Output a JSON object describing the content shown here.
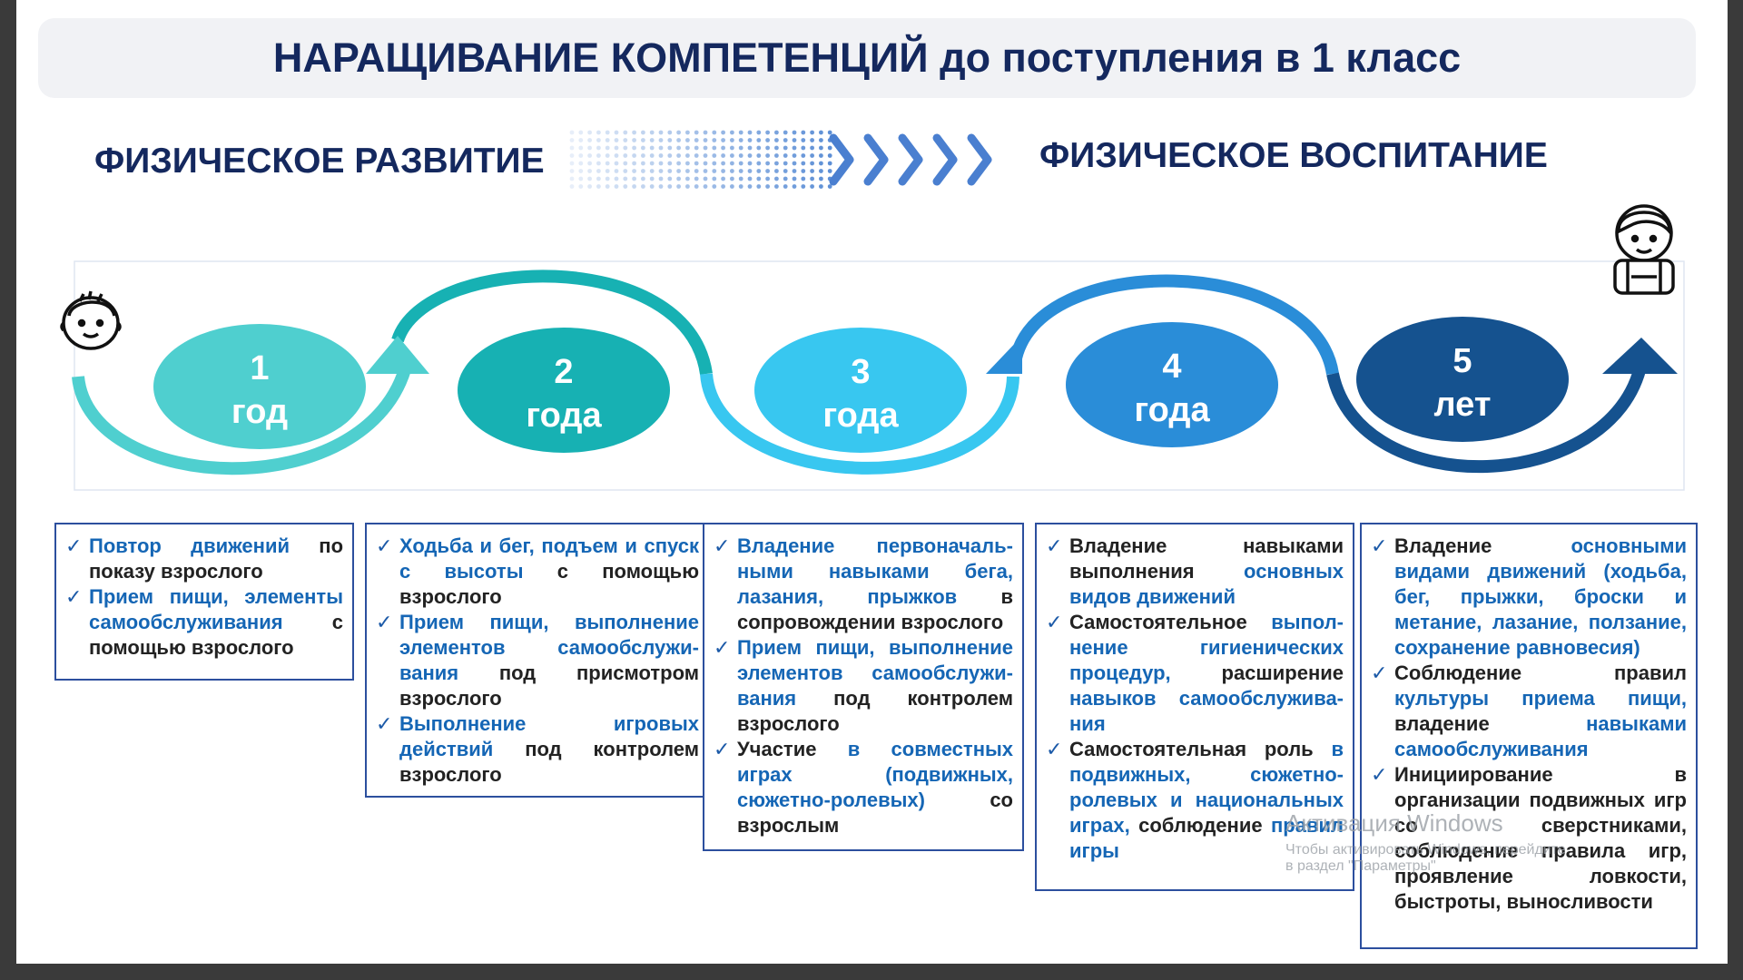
{
  "title": "НАРАЩИВАНИЕ КОМПЕТЕНЦИЙ до поступления в 1 класс",
  "left_heading": "ФИЗИЧЕСКОЕ РАЗВИТИЕ",
  "right_heading": "ФИЗИЧЕСКОЕ ВОСПИТАНИЕ",
  "colors": {
    "dark_navy": "#14285e",
    "teal_light": "#4fcfcf",
    "teal": "#17b1b3",
    "sky": "#38c7f0",
    "blue": "#2a8dd8",
    "navy": "#15528f"
  },
  "stages": [
    {
      "num": "1",
      "unit": "год",
      "color": "#4fcfcf"
    },
    {
      "num": "2",
      "unit": "года",
      "color": "#17b1b3"
    },
    {
      "num": "3",
      "unit": "года",
      "color": "#38c7f0"
    },
    {
      "num": "4",
      "unit": "года",
      "color": "#2a8dd8"
    },
    {
      "num": "5",
      "unit": "лет",
      "color": "#15528f"
    }
  ],
  "icons": [
    "baby-face-icon",
    "child-backpack-icon",
    "arrow-chevrons-icon",
    "checkmark-icon"
  ],
  "boxes": [
    {
      "items": [
        [
          {
            "t": "Повтор движений",
            "c": "a"
          },
          {
            "t": " по показу взрослого",
            "c": "b"
          }
        ],
        [
          {
            "t": "Прием пищи, элементы самообслуживания",
            "c": "a"
          },
          {
            "t": " с помощью взрослого",
            "c": "b"
          }
        ]
      ]
    },
    {
      "items": [
        [
          {
            "t": "Ходьба и бег, подъем и спуск с высоты",
            "c": "a"
          },
          {
            "t": " с помощью взрослого",
            "c": "b"
          }
        ],
        [
          {
            "t": "Прием пищи, выполнение элементов самообслужи-вания",
            "c": "a"
          },
          {
            "t": " под присмотром взрослого",
            "c": "b"
          }
        ],
        [
          {
            "t": "Выполнение игровых действий",
            "c": "a"
          },
          {
            "t": " под контролем взрослого",
            "c": "b"
          }
        ]
      ]
    },
    {
      "items": [
        [
          {
            "t": "Владение первоначаль-ными навыками бега, лазания, прыжков",
            "c": "a"
          },
          {
            "t": " в сопровождении взрослого",
            "c": "b"
          }
        ],
        [
          {
            "t": "Прием пищи, выполнение элементов самообслужи-вания",
            "c": "a"
          },
          {
            "t": " под контролем взрослого",
            "c": "b"
          }
        ],
        [
          {
            "t": " Участие ",
            "c": "b"
          },
          {
            "t": "в совместных играх (подвижных, сюжетно-ролевых)",
            "c": "a"
          },
          {
            "t": " со взрослым",
            "c": "b"
          }
        ]
      ]
    },
    {
      "items": [
        [
          {
            "t": "Владение навыками выполнения ",
            "c": "b"
          },
          {
            "t": "основных видов движений",
            "c": "a"
          }
        ],
        [
          {
            "t": "Самостоятельное ",
            "c": "b"
          },
          {
            "t": "выпол-нение гигиенических процедур,",
            "c": "a"
          },
          {
            "t": " расширение ",
            "c": "b"
          },
          {
            "t": "навыков самообслужива-ния",
            "c": "a"
          }
        ],
        [
          {
            "t": "Самостоятельная роль ",
            "c": "b"
          },
          {
            "t": "в подвижных, сюжетно-ролевых и национальных играх,",
            "c": "a"
          },
          {
            "t": " соблюдение ",
            "c": "b"
          },
          {
            "t": "правил игры",
            "c": "a"
          }
        ]
      ]
    },
    {
      "items": [
        [
          {
            "t": "Владение ",
            "c": "b"
          },
          {
            "t": "основными видами движений (ходьба, бег, прыжки, броски и метание, лазание, ползание, сохранение равновесия)",
            "c": "a"
          }
        ],
        [
          {
            "t": "Соблюдение правил ",
            "c": "b"
          },
          {
            "t": "культуры приема пищи,",
            "c": "a"
          },
          {
            "t": " владение ",
            "c": "b"
          },
          {
            "t": "навыками самообслуживания",
            "c": "a"
          }
        ],
        [
          {
            "t": "Инициирование в организации подвижных игр со сверстниками, соблюдение правила игр, проявление ловкости, быстроты, выносливости",
            "c": "b"
          }
        ]
      ]
    }
  ],
  "watermark": {
    "line1": "Активация Windows",
    "line2": "Чтобы активировать Windows, перейдите в раздел \"Параметры\""
  }
}
